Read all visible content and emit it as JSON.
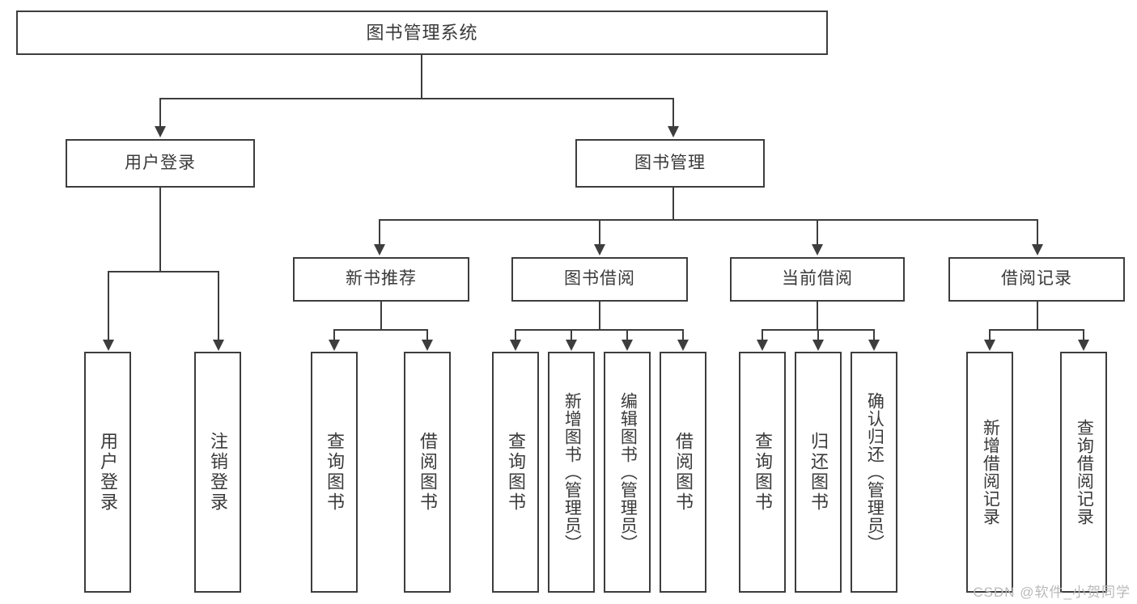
{
  "diagram": {
    "title": "图书管理系统",
    "type": "tree-hierarchy-diagram",
    "root": {
      "label": "图书管理系统"
    },
    "level2": [
      {
        "key": "login",
        "label": "用户登录"
      },
      {
        "key": "bookmgmt",
        "label": "图书管理"
      }
    ],
    "level3": [
      {
        "key": "newbook",
        "label": "新书推荐"
      },
      {
        "key": "borrow",
        "label": "图书借阅"
      },
      {
        "key": "current",
        "label": "当前借阅"
      },
      {
        "key": "record",
        "label": "借阅记录"
      }
    ],
    "leaves": {
      "login": [
        {
          "label": "用户登录"
        },
        {
          "label": "注销登录"
        }
      ],
      "newbook": [
        {
          "label": "查询图书"
        },
        {
          "label": "借阅图书"
        }
      ],
      "borrow": [
        {
          "label": "查询图书"
        },
        {
          "label": "新增图书（管理员）"
        },
        {
          "label": "编辑图书（管理员）"
        },
        {
          "label": "借阅图书"
        }
      ],
      "current": [
        {
          "label": "查询图书"
        },
        {
          "label": "归还图书"
        },
        {
          "label": "确认归还（管理员）"
        }
      ],
      "record": [
        {
          "label": "新增借阅记录"
        },
        {
          "label": "查询借阅记录"
        }
      ]
    }
  },
  "watermark": {
    "text": "CSDN @软件_小贺同学"
  },
  "colors": {
    "stroke": "#3d3d3d",
    "text": "#3a3a3a",
    "background": "#ffffff",
    "watermark": "#b9b9b9"
  }
}
